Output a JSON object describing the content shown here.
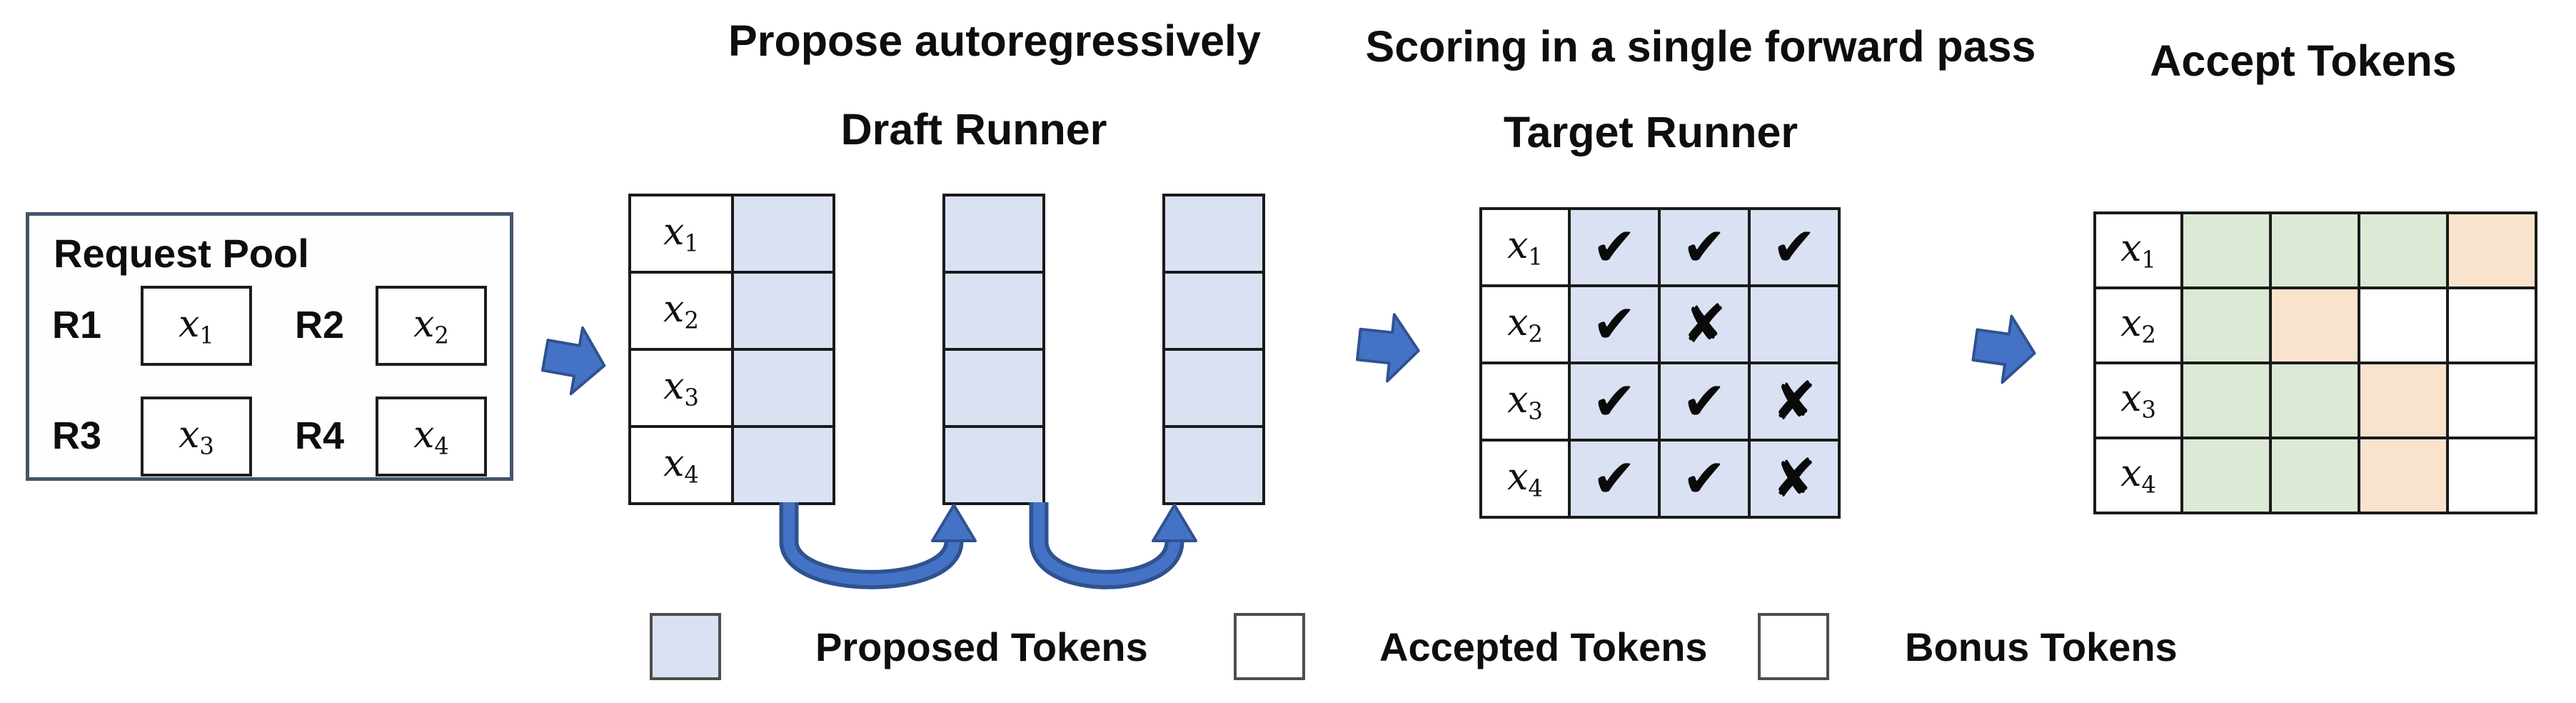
{
  "colors": {
    "proposed": "#D9E1F2",
    "accepted": "#DCE9D5",
    "bonus": "#FAE3CD",
    "arrow_fill": "#4472C4",
    "arrow_stroke": "#2F528F",
    "grid_border": "#1A1A1A",
    "pool_border": "#44546A"
  },
  "stages": {
    "pool": {
      "title": "Request Pool",
      "requests": [
        {
          "id": "R1",
          "token_base": "x",
          "token_sub": "1"
        },
        {
          "id": "R2",
          "token_base": "x",
          "token_sub": "2"
        },
        {
          "id": "R3",
          "token_base": "x",
          "token_sub": "3"
        },
        {
          "id": "R4",
          "token_base": "x",
          "token_sub": "4"
        }
      ]
    },
    "draft": {
      "caption": "Propose autoregressively",
      "title": "Draft Runner",
      "rows": [
        {
          "base": "x",
          "sub": "1"
        },
        {
          "base": "x",
          "sub": "2"
        },
        {
          "base": "x",
          "sub": "3"
        },
        {
          "base": "x",
          "sub": "4"
        }
      ]
    },
    "target": {
      "caption": "Scoring in a single forward pass",
      "title": "Target Runner",
      "rows": [
        {
          "base": "x",
          "sub": "1"
        },
        {
          "base": "x",
          "sub": "2"
        },
        {
          "base": "x",
          "sub": "3"
        },
        {
          "base": "x",
          "sub": "4"
        }
      ],
      "scores": [
        [
          "✔",
          "✔",
          "✔"
        ],
        [
          "✔",
          "✘",
          ""
        ],
        [
          "✔",
          "✔",
          "✘"
        ],
        [
          "✔",
          "✔",
          "✘"
        ]
      ]
    },
    "accept": {
      "title": "Accept Tokens",
      "rows": [
        {
          "base": "x",
          "sub": "1",
          "cells": [
            "accepted",
            "accepted",
            "accepted",
            "bonus"
          ]
        },
        {
          "base": "x",
          "sub": "2",
          "cells": [
            "accepted",
            "bonus"
          ]
        },
        {
          "base": "x",
          "sub": "3",
          "cells": [
            "accepted",
            "accepted",
            "bonus"
          ]
        },
        {
          "base": "x",
          "sub": "4",
          "cells": [
            "accepted",
            "accepted",
            "bonus"
          ]
        }
      ]
    }
  },
  "legend": {
    "items": [
      {
        "label": "Proposed Tokens",
        "type": "proposed"
      },
      {
        "label": "Accepted Tokens",
        "type": "accepted"
      },
      {
        "label": "Bonus Tokens",
        "type": "bonus"
      }
    ]
  }
}
